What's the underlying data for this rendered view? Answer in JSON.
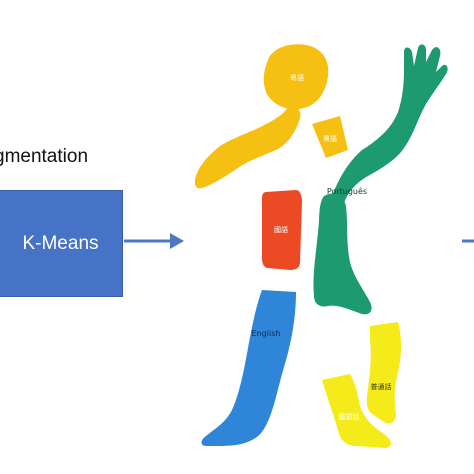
{
  "heading": "gmentation",
  "kmeans_box": {
    "label": "K-Means"
  },
  "segments": {
    "head_label": "粵語",
    "shoulder_label": "粵語",
    "torso_label": "國語",
    "right_arm_label": "Português",
    "left_leg_label": "English",
    "right_shin_label": "普通話",
    "right_foot_label": "國語話"
  },
  "colors": {
    "box_fill": "#4673c6",
    "arrow": "#4f78c0",
    "yellow": "#f5c011",
    "green": "#1d9a70",
    "red": "#ec4a24",
    "blue": "#2f86d8",
    "lime": "#f5ea1a"
  }
}
